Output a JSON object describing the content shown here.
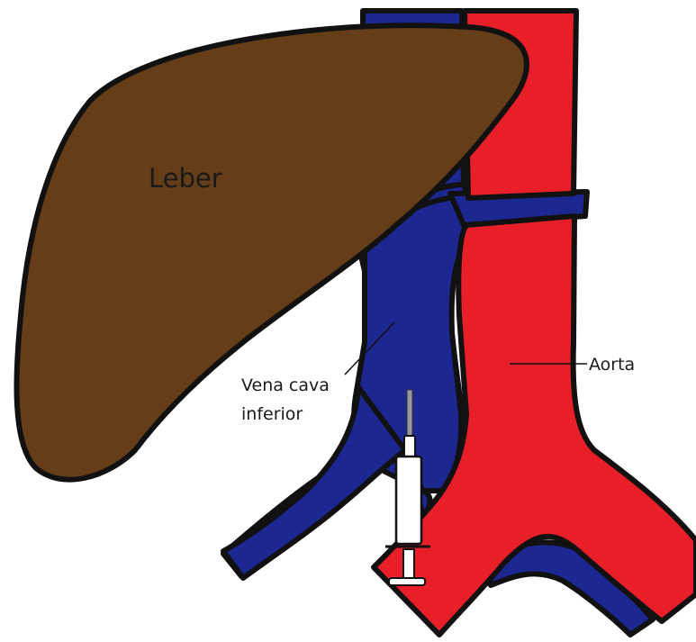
{
  "labels": {
    "liver": "Leber",
    "vena_cava_line1": "Vena cava",
    "vena_cava_line2": "inferior",
    "aorta": "Aorta"
  },
  "colors": {
    "liver": "#653d19",
    "vein": "#1c2791",
    "artery": "#e81e28",
    "outline": "#111111",
    "syringe": "#ffffff"
  }
}
